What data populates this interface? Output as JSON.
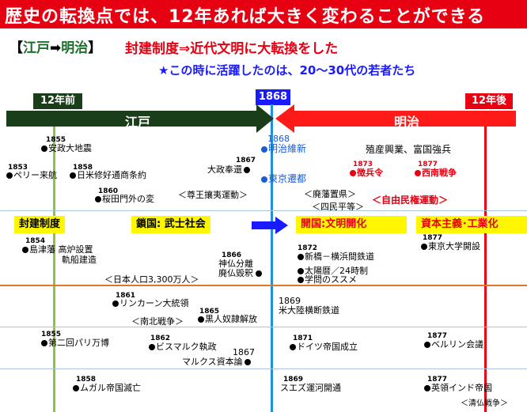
{
  "title": "歴史の転換点では、12年あれば大きく変わることができる",
  "header": {
    "bracket_open": "【",
    "edo": "江戸",
    "arrow": "➡",
    "meiji": "明治",
    "bracket_close": "】"
  },
  "subtitle": "封建制度⇒近代文明に大転換をした",
  "note": "★この時に活躍したのは、20〜30代の若者たち",
  "year_boxes": {
    "before": "12年前",
    "center": "1868",
    "after": "12年後"
  },
  "eras": {
    "edo": "江戸",
    "meiji": "明治"
  },
  "colors": {
    "title_red": "#e60012",
    "edo_green": "#1a3d1a",
    "meiji_red": "#ff1a1a",
    "center_blue": "#1f8fe0",
    "highlight_yellow": "#fff700",
    "divider_orange": "#e0762a",
    "line_green": "#8cc63f"
  },
  "events": {
    "e1855a": {
      "year": "1855",
      "label": "安政大地震"
    },
    "e1853": {
      "year": "1853",
      "label": "ペリー来航"
    },
    "e1858a": {
      "year": "1858",
      "label": "日米修好通商条約"
    },
    "e1860": {
      "year": "1860",
      "label": "桜田門外の変"
    },
    "e1867a": {
      "year": "1867",
      "label": "大政奉還"
    },
    "e1868a": {
      "year": "1868",
      "label": "明治維新"
    },
    "e1868b": {
      "label": "東京遷都"
    },
    "sonno": "＜尊王攘夷運動＞",
    "shokusan": "殖産興業、富国強兵",
    "e1873": {
      "year": "1873",
      "label": "徴兵令"
    },
    "e1877a": {
      "year": "1877",
      "label": "西南戦争"
    },
    "haihan": "＜廃藩置県＞",
    "shimin": "＜四民平等＞",
    "jiyu": "＜自由民権運動＞",
    "e1854": {
      "year": "1854",
      "label": "島津藩 高炉設置",
      "label2": "軌船建造"
    },
    "e1866": {
      "year": "1866",
      "label": "神仏分離",
      "label2": "廃仏毀釈"
    },
    "jinko": "＜日本人口3,300万人＞",
    "e1872": {
      "year": "1872",
      "label": "新橋－横浜間鉄道"
    },
    "taiyo": "太陽暦／24時制",
    "gakumon": "学問のススメ",
    "e1877b": {
      "year": "1877",
      "label": "東京大学開設"
    },
    "e1861": {
      "year": "1861",
      "label": "リンカーン大統領"
    },
    "nanboku": "＜南北戦争＞",
    "e1865": {
      "year": "1865",
      "label": "黒人奴隷解放"
    },
    "e1869a": {
      "year": "1869",
      "label": "米大陸横断鉄道"
    },
    "e1855b": {
      "year": "1855",
      "label": "第二回パリ万博"
    },
    "e1862": {
      "year": "1862",
      "label": "ビスマルク執政"
    },
    "e1867b": {
      "year": "1867",
      "label": "マルクス資本論"
    },
    "e1871": {
      "year": "1871",
      "label": "ドイツ帝国成立"
    },
    "e1877c": {
      "year": "1877",
      "label": "ベルリン会議"
    },
    "e1858b": {
      "year": "1858",
      "label": "ムガル帝国滅亡"
    },
    "e1869b": {
      "year": "1869",
      "label": "スエズ運河開通"
    },
    "e1877d": {
      "year": "1877",
      "label": "英領インド帝国"
    },
    "shinfutsu": "＜清仏戦争＞"
  },
  "bands": {
    "houken": "封建制度",
    "sakoku": "鎖国: 武士社会",
    "kaikoku": "開国:文明開化",
    "shihon": "資本主義･工業化"
  }
}
